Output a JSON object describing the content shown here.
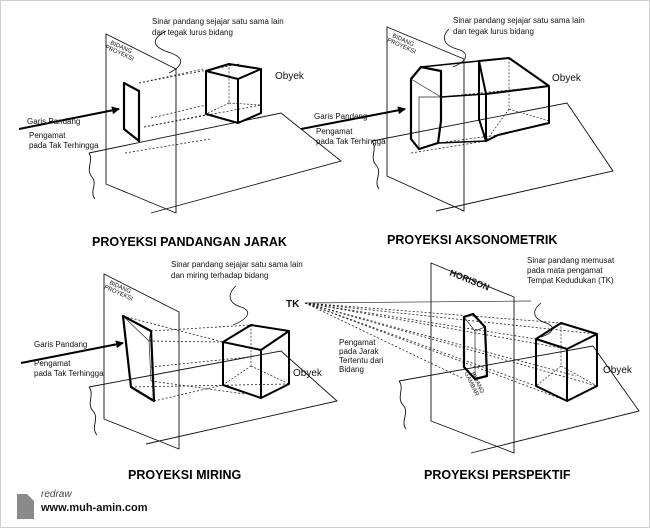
{
  "panels": {
    "jarak": {
      "title": "PROYEKSI PANDANGAN JARAK",
      "plane_label_1": "BIDANG",
      "plane_label_2": "PROYEKSI",
      "note_1": "Sinar pandang sejajar satu sama lain",
      "note_2": "dan tegak lurus bidang",
      "object": "Obyek",
      "line_of_sight": "Garis Pandang",
      "observer_1": "Pengamat",
      "observer_2": "pada Tak Terhingga"
    },
    "aksonometrik": {
      "title": "PROYEKSI AKSONOMETRIK",
      "plane_label_1": "BIDANG",
      "plane_label_2": "PROYEKSI",
      "note_1": "Sinar pandang sejajar satu sama lain",
      "note_2": "dan tegak lurus bidang",
      "object": "Obyek",
      "line_of_sight": "Garis Pandang",
      "observer_1": "Pengamat",
      "observer_2": "pada Tak Terhingga"
    },
    "miring": {
      "title": "PROYEKSI MIRING",
      "plane_label_1": "BIDANG",
      "plane_label_2": "PROYEKSI",
      "note_1": "Sinar pandang sejajar satu sama lain",
      "note_2": "dan miring terhadap bidang",
      "object": "Obyek",
      "line_of_sight": "Garis Pandang",
      "observer_1": "Pengamat",
      "observer_2": "pada Tak Terhingga"
    },
    "perspektif": {
      "title": "PROYEKSI PERSPEKTIF",
      "horizon": "HORISON",
      "plane_label_1": "BIDANG",
      "plane_label_2": "GAMBAR",
      "note_1": "Sinar pandang memusat",
      "note_2": "pada mata pengamat",
      "note_3": "Tempat Kedudukan (TK)",
      "tk": "TK",
      "observer_1": "Pengamat",
      "observer_2": "pada Jarak",
      "observer_3": "Tertentu dari",
      "observer_4": "Bidang",
      "object": "Obyek"
    }
  },
  "footer": {
    "redraw": "redraw",
    "site": "www.muh-amin.com"
  }
}
